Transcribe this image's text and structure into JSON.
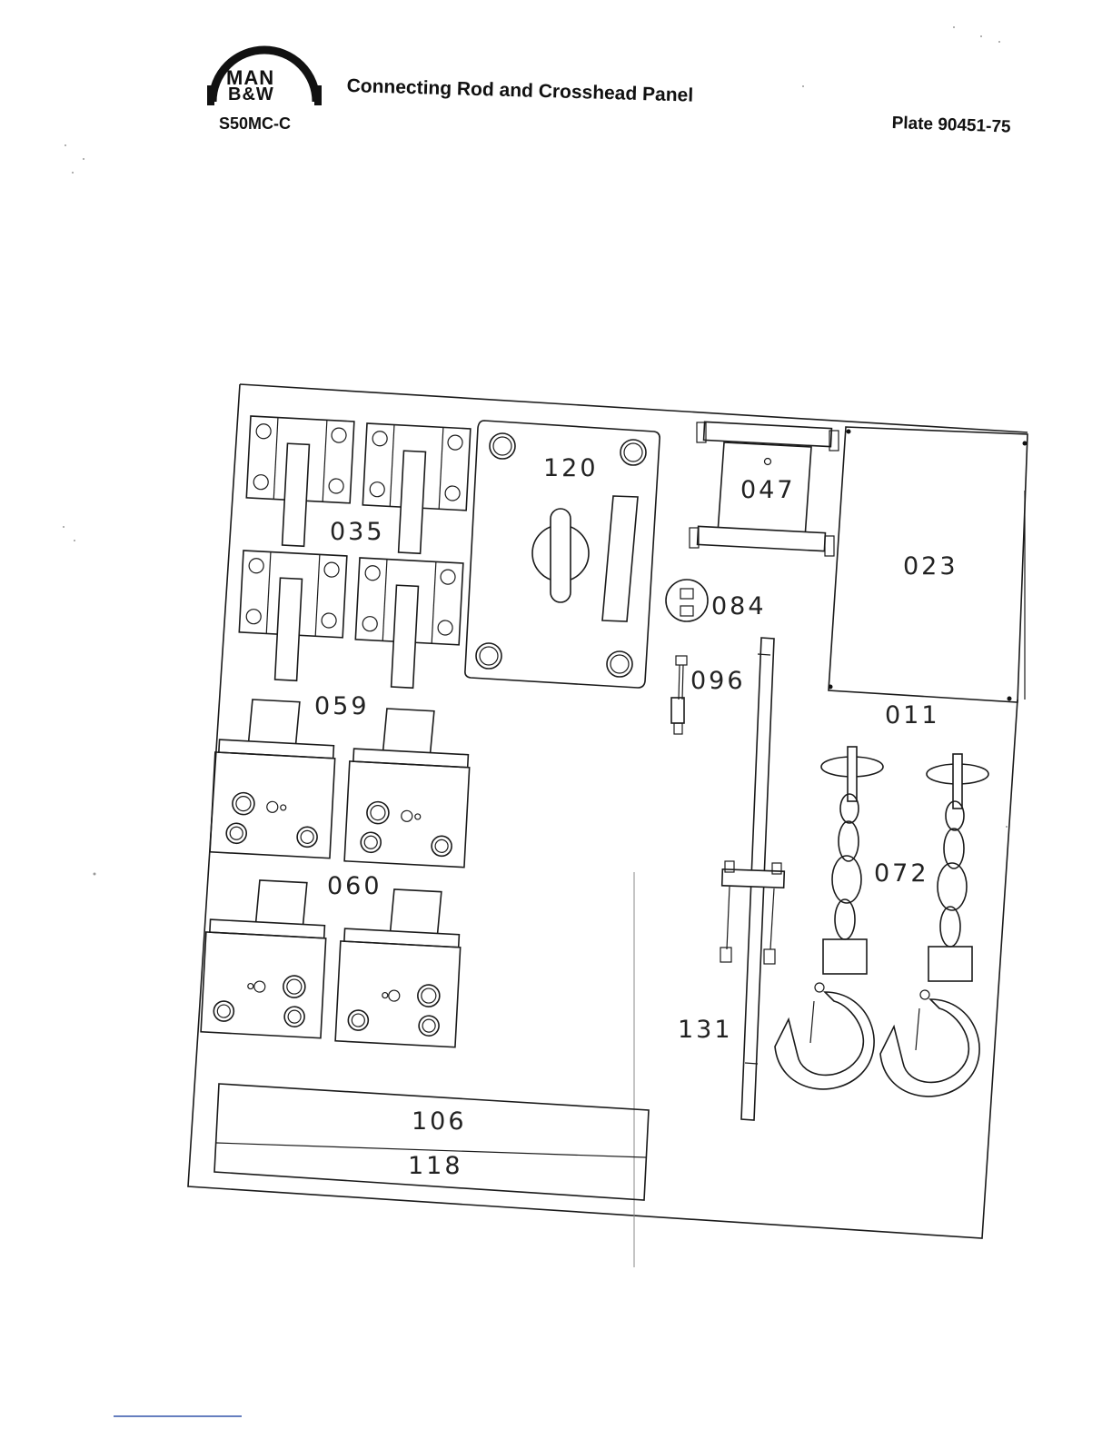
{
  "header": {
    "logo_top": "MAN",
    "logo_bottom": "B&W",
    "title": "Connecting Rod and Crosshead Panel",
    "engine_model": "S50MC-C",
    "plate": "Plate 90451-75"
  },
  "panel": {
    "items": [
      {
        "id": "item-035",
        "label": "035"
      },
      {
        "id": "item-120",
        "label": "120"
      },
      {
        "id": "item-047",
        "label": "047"
      },
      {
        "id": "item-023",
        "label": "023"
      },
      {
        "id": "item-084",
        "label": "084"
      },
      {
        "id": "item-096",
        "label": "096"
      },
      {
        "id": "item-011",
        "label": "011"
      },
      {
        "id": "item-059",
        "label": "059"
      },
      {
        "id": "item-060",
        "label": "060"
      },
      {
        "id": "item-072",
        "label": "072"
      },
      {
        "id": "item-131",
        "label": "131"
      },
      {
        "id": "item-106",
        "label": "106"
      },
      {
        "id": "item-118",
        "label": "118"
      }
    ]
  },
  "colors": {
    "line": "#1a1a1a",
    "background": "#ffffff"
  }
}
